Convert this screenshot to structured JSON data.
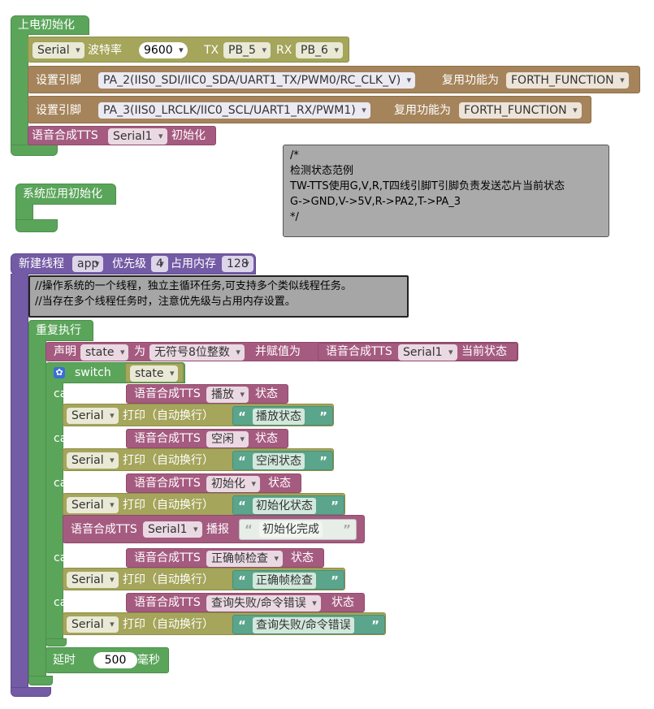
{
  "init_block": {
    "title": "上电初始化",
    "serial": {
      "port": "Serial",
      "baud_label": "波特率",
      "baud": "9600",
      "tx_label": "TX",
      "tx": "PB_5",
      "rx_label": "RX",
      "rx": "PB_6"
    },
    "pin1": {
      "label": "设置引脚",
      "pin": "PA_2(IIS0_SDI/IIC0_SDA/UART1_TX/PWM0/RC_CLK_V)",
      "func_label": "复用功能为",
      "func": "FORTH_FUNCTION"
    },
    "pin2": {
      "label": "设置引脚",
      "pin": "PA_3(IIS0_LRCLK/IIC0_SCL/UART1_RX/PWM1)",
      "func_label": "复用功能为",
      "func": "FORTH_FUNCTION"
    },
    "tts_init": {
      "prefix": "语音合成TTS",
      "port": "Serial1",
      "suffix": "初始化"
    }
  },
  "sys_block": {
    "title": "系统应用初始化"
  },
  "comment_top": "/*\n检测状态范例\nTW-TTS使用G,V,R,T四线引脚T引脚负责发送芯片当前状态\nG->GND,V->5V,R->PA2,T->PA_3\n*/",
  "thread": {
    "label": "新建线程",
    "name": "app",
    "priority_label": "优先级",
    "priority": "4",
    "mem_label": "占用内存",
    "mem": "128",
    "comment": "//操作系统的一个线程，独立主循环任务,可支持多个类似线程任务。\n//当存在多个线程任务时，注意优先级与占用内存设置。",
    "repeat_label": "重复执行",
    "declare": {
      "label": "声明",
      "var": "state",
      "as_label": "为",
      "type": "无符号8位整数",
      "assign_label": "并赋值为",
      "tts": "语音合成TTS",
      "port": "Serial1",
      "suffix": "当前状态"
    },
    "switch": {
      "label": "switch",
      "var": "state"
    },
    "case_label": "case",
    "cases": [
      {
        "tts": "语音合成TTS",
        "state": "播放",
        "state_label": "状态",
        "serial": "Serial",
        "print": "打印（自动换行）",
        "text": "播放状态"
      },
      {
        "tts": "语音合成TTS",
        "state": "空闲",
        "state_label": "状态",
        "serial": "Serial",
        "print": "打印（自动换行）",
        "text": "空闲状态"
      },
      {
        "tts": "语音合成TTS",
        "state": "初始化",
        "state_label": "状态",
        "serial": "Serial",
        "print": "打印（自动换行）",
        "text": "初始化状态"
      },
      {
        "tts": "语音合成TTS",
        "state": "正确帧检查",
        "state_label": "状态",
        "serial": "Serial",
        "print": "打印（自动换行）",
        "text": "正确帧检查"
      },
      {
        "tts": "语音合成TTS",
        "state": "查询失败/命令错误",
        "state_label": "状态",
        "serial": "Serial",
        "print": "打印（自动换行）",
        "text": "查询失败/命令错误"
      }
    ],
    "speak": {
      "tts": "语音合成TTS",
      "port": "Serial1",
      "label": "播报",
      "text": "初始化完成"
    },
    "delay": {
      "label": "延时",
      "value": "500",
      "unit": "毫秒"
    }
  },
  "colors": {
    "green": "#5ba55b",
    "olive": "#a5a55b",
    "brown": "#a5845b",
    "rose": "#a55b80",
    "purple": "#745ba5",
    "teal": "#5ba58c"
  }
}
